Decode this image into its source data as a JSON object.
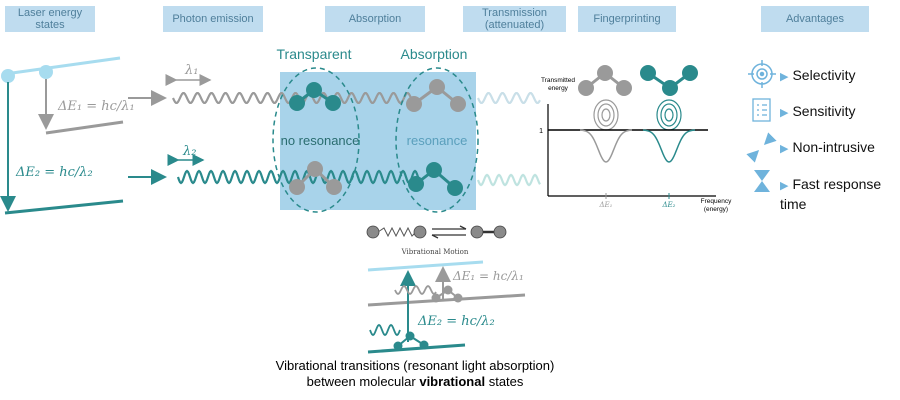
{
  "headers": {
    "laser": "Laser energy states",
    "emission": "Photon emission",
    "absorption": "Absorption",
    "transmission": "Transmission (attenuated)",
    "fingerprinting": "Fingerprinting",
    "advantages": "Advantages"
  },
  "laser": {
    "delta_e1": "ΔE₁ = hc/λ₁",
    "delta_e2": "ΔE₂ = hc/λ₂"
  },
  "emission": {
    "lambda1": "λ₁",
    "lambda2": "λ₂"
  },
  "absorption": {
    "transparent": "Transparent",
    "absorption": "Absorption",
    "no_resonance": "no resonance",
    "resonance": "resonance"
  },
  "vibration": {
    "motion_label": "Vibrational Motion",
    "delta_e1": "ΔE₁ = hc/λ₁",
    "delta_e2": "ΔE₂ = hc/λ₂"
  },
  "caption": {
    "line1": "Vibrational transitions (resonant light absorption)",
    "line2_pre": "between molecular ",
    "line2_bold": "vibrational",
    "line2_post": " states"
  },
  "spectrum": {
    "ylabel_line1": "Transmitted",
    "ylabel_line2": "energy",
    "y_tick": "1",
    "xlabel_line1": "Frequency",
    "xlabel_line2": "(energy)",
    "x_ticks": [
      "ΔE₁",
      "ΔE₂"
    ]
  },
  "advantages": [
    {
      "icon": "target-icon",
      "label": "Selectivity"
    },
    {
      "icon": "checklist-icon",
      "label": "Sensitivity"
    },
    {
      "icon": "compress-arrows-icon",
      "label": "Non-intrusive"
    },
    {
      "icon": "hourglass-icon",
      "label": "Fast response time"
    }
  ],
  "colors": {
    "teal": "#2a8a8c",
    "gray": "#9a9a9a",
    "header_bg": "#bfdcef",
    "absorb_box": "#a8d3ea",
    "light_blue": "#6fb3dc"
  }
}
